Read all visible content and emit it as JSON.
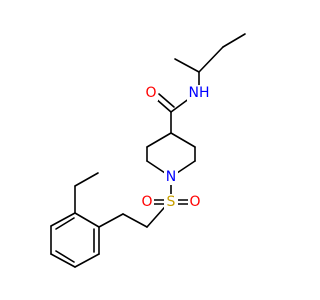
{
  "molecule": {
    "atoms": [
      {
        "id": "O_carbonyl",
        "label": "O",
        "color": "#ff0000"
      },
      {
        "id": "N_amide",
        "label": "NH",
        "color": "#0000ff"
      },
      {
        "id": "N_ring",
        "label": "N",
        "color": "#0000ff"
      },
      {
        "id": "S",
        "label": "S",
        "color": "#c8a000"
      },
      {
        "id": "O_sulfonyl_left",
        "label": "O",
        "color": "#ff0000"
      },
      {
        "id": "O_sulfonyl_right",
        "label": "O",
        "color": "#ff0000"
      }
    ],
    "bond_color": "#000000"
  }
}
